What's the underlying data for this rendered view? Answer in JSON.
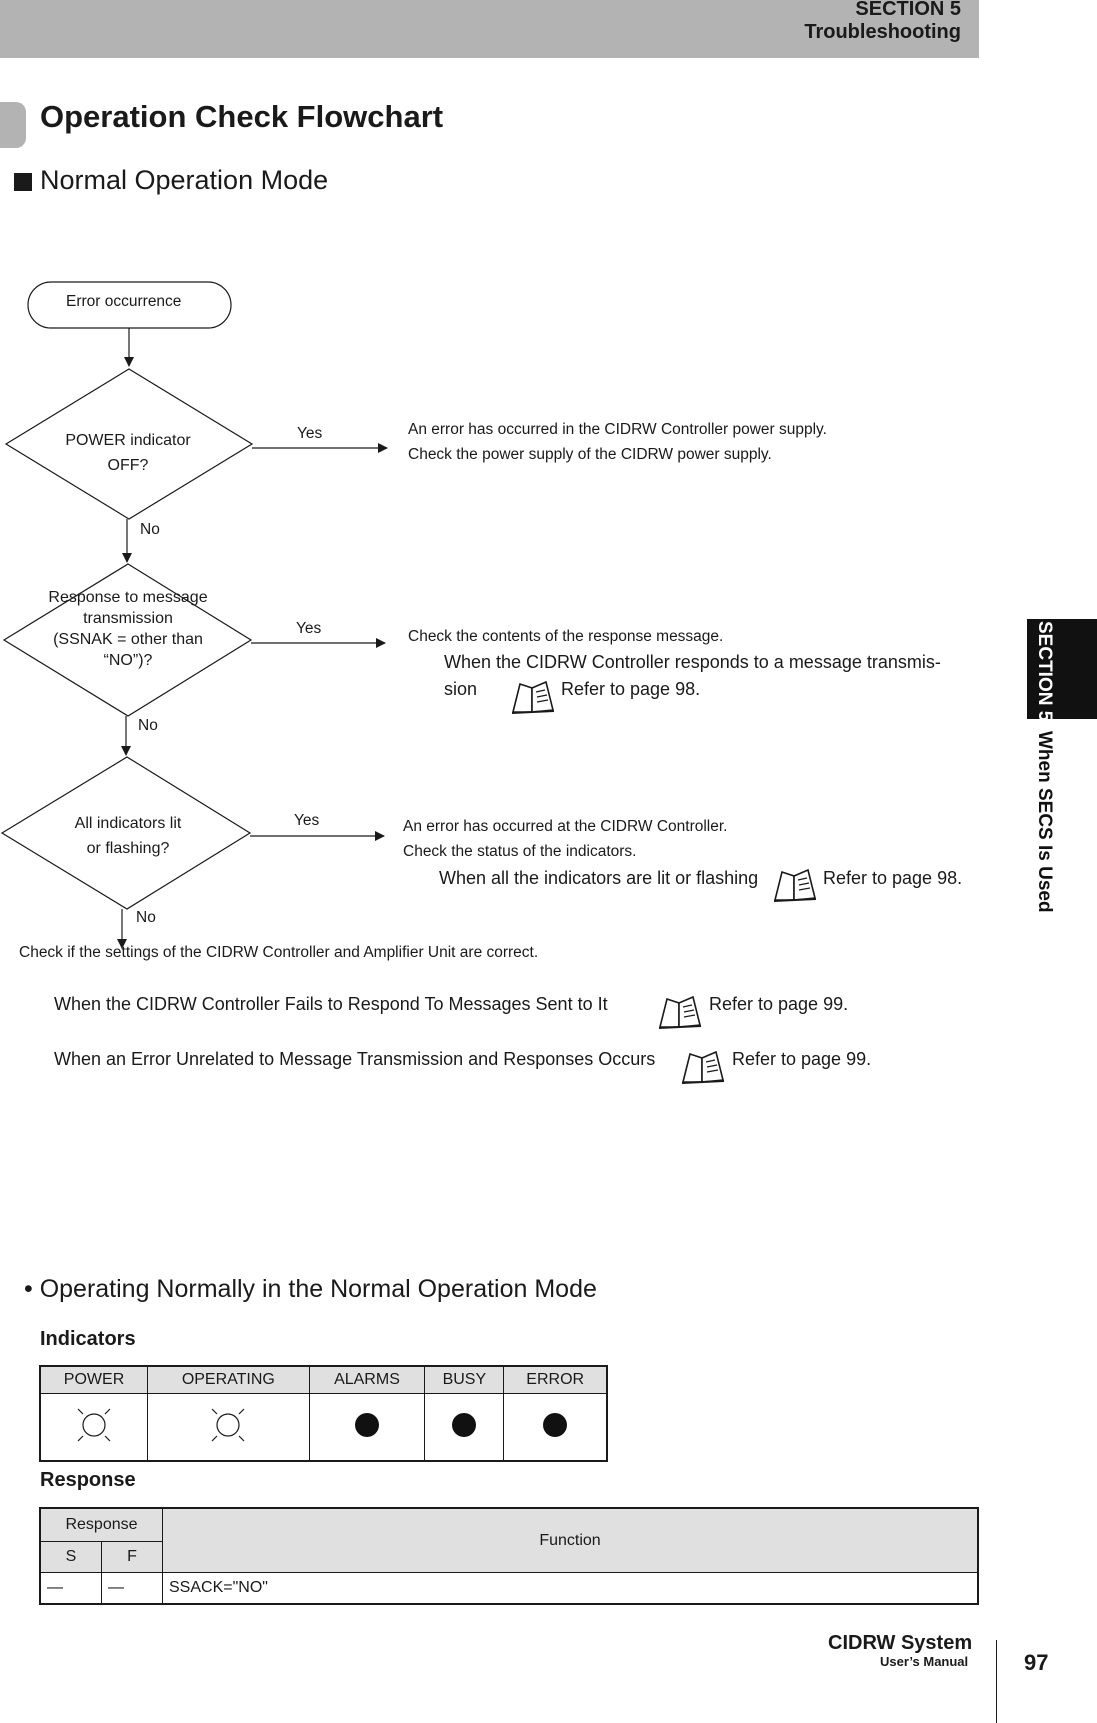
{
  "header": {
    "section": "SECTION 5",
    "chapter": "Troubleshooting"
  },
  "page_title": "Operation Check Flowchart",
  "subtitle": "Normal Operation Mode",
  "side_tab": {
    "section": "SECTION 5",
    "title": "When SECS Is Used"
  },
  "flowchart": {
    "start": "Error occurrence",
    "q1": {
      "line1": "POWER indicator",
      "line2": "OFF?",
      "yes": "Yes",
      "no": "No",
      "result_line1": "An error has occurred in the CIDRW Controller power supply.",
      "result_line2": "Check the power supply of the CIDRW power supply."
    },
    "q2": {
      "line1": "Response to message",
      "line2": "transmission",
      "line3": "(SSNAK = other than",
      "line4": "“NO”)?",
      "yes": "Yes",
      "no": "No",
      "result_line1": "Check the contents of the response message.",
      "ref_line1": "When the CIDRW Controller responds to a message transmis-",
      "ref_line2": "sion",
      "ref_page": "Refer to page 98."
    },
    "q3": {
      "line1": "All indicators lit",
      "line2": "or flashing?",
      "yes": "Yes",
      "no": "No",
      "result_line1": "An error has occurred at the CIDRW Controller.",
      "result_line2": "Check the status of the indicators.",
      "ref_text": "When all the indicators are lit or flashing",
      "ref_page": "Refer to page 98."
    },
    "final": "Check if the settings of the CIDRW Controller and Amplifier Unit are correct.",
    "ref_a_text": "When the CIDRW Controller Fails to Respond To Messages Sent to It",
    "ref_a_page": "Refer to page 99.",
    "ref_b_text": "When an Error Unrelated to Message Transmission and Responses Occurs",
    "ref_b_page": "Refer to page 99."
  },
  "normal_operation": {
    "heading": "• Operating Normally in the Normal Operation Mode",
    "indicators_label": "Indicators",
    "indicator_columns": [
      "POWER",
      "OPERATING",
      "ALARMS",
      "BUSY",
      "ERROR"
    ],
    "indicator_states": [
      "lit",
      "lit",
      "off",
      "off",
      "off"
    ],
    "response_label": "Response",
    "response_table": {
      "header_response": "Response",
      "header_function": "Function",
      "header_s": "S",
      "header_f": "F",
      "row": {
        "s": "—",
        "f": "—",
        "function": "SSACK=\"NO\""
      }
    }
  },
  "footer": {
    "system": "CIDRW System",
    "manual": "User’s Manual",
    "page": "97"
  }
}
